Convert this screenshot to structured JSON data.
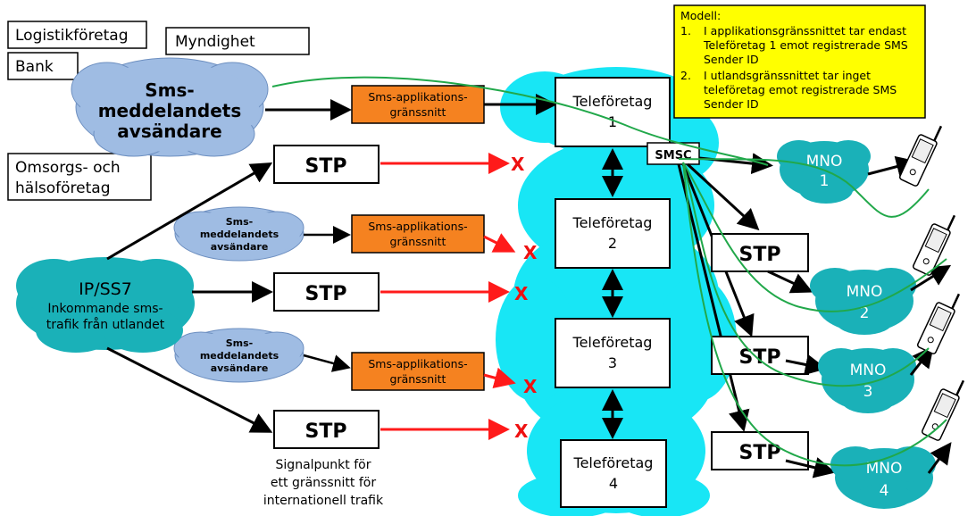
{
  "colors": {
    "cloud_blue": "#9fbce3",
    "cloud_teal": "#1ab1b8",
    "cloud_cyan": "#18e6f5",
    "app_orange": "#f58220",
    "note_yellow": "#ffff00",
    "arrow_red": "#ff1a1a",
    "link_green": "#21a84a"
  },
  "labels": {
    "logistik": "Logistikföretag",
    "myndighet": "Myndighet",
    "bank": "Bank",
    "omsorg_l1": "Omsorgs- och",
    "omsorg_l2": "hälsoföretag"
  },
  "sender_main": {
    "l1": "Sms-",
    "l2": "meddelandets",
    "l3": "avsändare"
  },
  "sender_small": {
    "l1": "Sms-",
    "l2": "meddelandets",
    "l3": "avsändare"
  },
  "ipss7": {
    "l1": "IP/SS7",
    "l2": "Inkommande sms-",
    "l3": "trafik från utlandet"
  },
  "app_iface": {
    "l1": "Sms-applikations-",
    "l2": "gränssnitt"
  },
  "stp": "STP",
  "x_mark": "X",
  "telcos": [
    {
      "name": "Teleföretag",
      "num": "1"
    },
    {
      "name": "Teleföretag",
      "num": "2"
    },
    {
      "name": "Teleföretag",
      "num": "3"
    },
    {
      "name": "Teleföretag",
      "num": "4"
    }
  ],
  "smsc": "SMSC",
  "mno": [
    {
      "name": "MNO",
      "num": "1"
    },
    {
      "name": "MNO",
      "num": "2"
    },
    {
      "name": "MNO",
      "num": "3"
    },
    {
      "name": "MNO",
      "num": "4"
    }
  ],
  "signal_caption": {
    "l1": "Signalpunkt för",
    "l2": "ett gränssnitt för",
    "l3": "internationell trafik"
  },
  "model_note": {
    "title": "Modell:",
    "item1_num": "1.",
    "item1_l1": "I applikationsgränssnittet tar endast",
    "item1_l2": "Teleföretag 1 emot registrerade SMS",
    "item1_l3": "Sender ID",
    "item2_num": "2.",
    "item2_l1": "I utlandsgränssnittet tar inget",
    "item2_l2": "teleföretag emot registrerade SMS",
    "item2_l3": "Sender ID"
  }
}
